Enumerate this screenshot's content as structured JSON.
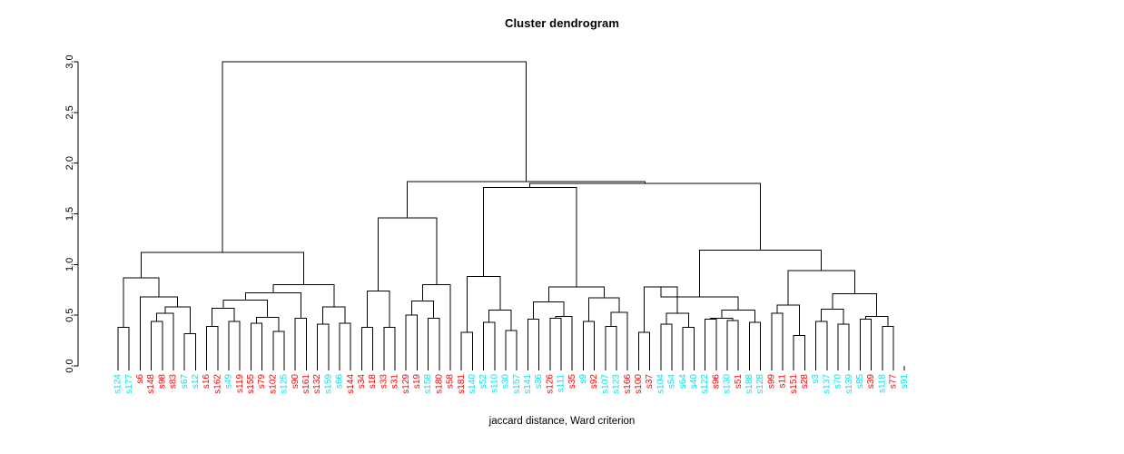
{
  "chart_data": {
    "type": "dendrogram",
    "title": "Cluster dendrogram",
    "xlabel": "jaccard distance, Ward criterion",
    "ylabel": "",
    "ylim": [
      0.0,
      3.0
    ],
    "yticks": [
      "0.0",
      "0.5",
      "1.0",
      "1.5",
      "2.0",
      "2.5",
      "3.0"
    ],
    "ytick_values": [
      0.0,
      0.5,
      1.0,
      1.5,
      2.0,
      2.5,
      3.0
    ],
    "grid": false,
    "legend": "none",
    "label_colors": {
      "cluster_a": "#00e5ee",
      "cluster_b": "#ff0000"
    },
    "leaves": [
      {
        "label": "s124",
        "color": "#00e5ee"
      },
      {
        "label": "s177",
        "color": "#00e5ee"
      },
      {
        "label": "s6",
        "color": "#ff0000"
      },
      {
        "label": "s148",
        "color": "#ff0000"
      },
      {
        "label": "s98",
        "color": "#ff0000"
      },
      {
        "label": "s83",
        "color": "#ff0000"
      },
      {
        "label": "s67",
        "color": "#00e5ee"
      },
      {
        "label": "s12",
        "color": "#00e5ee"
      },
      {
        "label": "s16",
        "color": "#ff0000"
      },
      {
        "label": "s162",
        "color": "#ff0000"
      },
      {
        "label": "s49",
        "color": "#00e5ee"
      },
      {
        "label": "s119",
        "color": "#ff0000"
      },
      {
        "label": "s155",
        "color": "#ff0000"
      },
      {
        "label": "s79",
        "color": "#ff0000"
      },
      {
        "label": "s102",
        "color": "#ff0000"
      },
      {
        "label": "s125",
        "color": "#00e5ee"
      },
      {
        "label": "s90",
        "color": "#ff0000"
      },
      {
        "label": "s161",
        "color": "#ff0000"
      },
      {
        "label": "s132",
        "color": "#ff0000"
      },
      {
        "label": "s159",
        "color": "#00e5ee"
      },
      {
        "label": "s66",
        "color": "#00e5ee"
      },
      {
        "label": "s144",
        "color": "#ff0000"
      },
      {
        "label": "s34",
        "color": "#ff0000"
      },
      {
        "label": "s18",
        "color": "#ff0000"
      },
      {
        "label": "s33",
        "color": "#ff0000"
      },
      {
        "label": "s31",
        "color": "#ff0000"
      },
      {
        "label": "s129",
        "color": "#ff0000"
      },
      {
        "label": "s19",
        "color": "#ff0000"
      },
      {
        "label": "s158",
        "color": "#00e5ee"
      },
      {
        "label": "s180",
        "color": "#ff0000"
      },
      {
        "label": "s58",
        "color": "#ff0000"
      },
      {
        "label": "s181",
        "color": "#ff0000"
      },
      {
        "label": "s140",
        "color": "#00e5ee"
      },
      {
        "label": "s52",
        "color": "#00e5ee"
      },
      {
        "label": "s110",
        "color": "#00e5ee"
      },
      {
        "label": "s30",
        "color": "#00e5ee"
      },
      {
        "label": "s157",
        "color": "#00e5ee"
      },
      {
        "label": "s141",
        "color": "#00e5ee"
      },
      {
        "label": "s36",
        "color": "#00e5ee"
      },
      {
        "label": "s126",
        "color": "#ff0000"
      },
      {
        "label": "s111",
        "color": "#00e5ee"
      },
      {
        "label": "s35",
        "color": "#ff0000"
      },
      {
        "label": "s9",
        "color": "#00e5ee"
      },
      {
        "label": "s92",
        "color": "#ff0000"
      },
      {
        "label": "s107",
        "color": "#00e5ee"
      },
      {
        "label": "s123",
        "color": "#00e5ee"
      },
      {
        "label": "s166",
        "color": "#ff0000"
      },
      {
        "label": "s100",
        "color": "#ff0000"
      },
      {
        "label": "s37",
        "color": "#ff0000"
      },
      {
        "label": "s104",
        "color": "#00e5ee"
      },
      {
        "label": "s54",
        "color": "#00e5ee"
      },
      {
        "label": "s64",
        "color": "#00e5ee"
      },
      {
        "label": "s40",
        "color": "#00e5ee"
      },
      {
        "label": "s122",
        "color": "#00e5ee"
      },
      {
        "label": "s96",
        "color": "#ff0000"
      },
      {
        "label": "s130",
        "color": "#00e5ee"
      },
      {
        "label": "s51",
        "color": "#ff0000"
      },
      {
        "label": "s188",
        "color": "#00e5ee"
      },
      {
        "label": "s128",
        "color": "#00e5ee"
      },
      {
        "label": "s99",
        "color": "#ff0000"
      },
      {
        "label": "s11",
        "color": "#ff0000"
      },
      {
        "label": "s151",
        "color": "#ff0000"
      },
      {
        "label": "s28",
        "color": "#ff0000"
      },
      {
        "label": "s3",
        "color": "#00e5ee"
      },
      {
        "label": "s137",
        "color": "#00e5ee"
      },
      {
        "label": "s70",
        "color": "#00e5ee"
      },
      {
        "label": "s139",
        "color": "#00e5ee"
      },
      {
        "label": "s85",
        "color": "#00e5ee"
      },
      {
        "label": "s39",
        "color": "#ff0000"
      },
      {
        "label": "s118",
        "color": "#00e5ee"
      },
      {
        "label": "s77",
        "color": "#ff0000"
      },
      {
        "label": "s91",
        "color": "#00e5ee"
      }
    ],
    "merges": [
      {
        "id": "m1",
        "left": {
          "leaf": 0
        },
        "right": {
          "leaf": 1
        },
        "height": 0.38
      },
      {
        "id": "m2",
        "left": {
          "leaf": 3
        },
        "right": {
          "leaf": 4
        },
        "height": 0.44
      },
      {
        "id": "m3",
        "left": {
          "node": "m2"
        },
        "right": {
          "leaf": 5
        },
        "height": 0.52
      },
      {
        "id": "m4",
        "left": {
          "leaf": 6
        },
        "right": {
          "leaf": 7
        },
        "height": 0.32
      },
      {
        "id": "m5",
        "left": {
          "node": "m3"
        },
        "right": {
          "node": "m4"
        },
        "height": 0.58
      },
      {
        "id": "m6",
        "left": {
          "leaf": 2
        },
        "right": {
          "node": "m5"
        },
        "height": 0.68
      },
      {
        "id": "m7",
        "left": {
          "node": "m1"
        },
        "right": {
          "node": "m6"
        },
        "height": 0.87
      },
      {
        "id": "m8",
        "left": {
          "leaf": 8
        },
        "right": {
          "leaf": 9
        },
        "height": 0.39
      },
      {
        "id": "m9",
        "left": {
          "leaf": 10
        },
        "right": {
          "leaf": 11
        },
        "height": 0.44
      },
      {
        "id": "m10",
        "left": {
          "node": "m8"
        },
        "right": {
          "node": "m9"
        },
        "height": 0.57
      },
      {
        "id": "m11",
        "left": {
          "leaf": 12
        },
        "right": {
          "leaf": 13
        },
        "height": 0.42
      },
      {
        "id": "m12",
        "left": {
          "leaf": 14
        },
        "right": {
          "leaf": 15
        },
        "height": 0.34
      },
      {
        "id": "m13",
        "left": {
          "node": "m11"
        },
        "right": {
          "node": "m12"
        },
        "height": 0.48
      },
      {
        "id": "m14",
        "left": {
          "node": "m10"
        },
        "right": {
          "node": "m13"
        },
        "height": 0.65
      },
      {
        "id": "m15",
        "left": {
          "leaf": 16
        },
        "right": {
          "leaf": 17
        },
        "height": 0.47
      },
      {
        "id": "m16",
        "left": {
          "node": "m14"
        },
        "right": {
          "node": "m15"
        },
        "height": 0.72
      },
      {
        "id": "m17",
        "left": {
          "leaf": 18
        },
        "right": {
          "leaf": 19
        },
        "height": 0.41
      },
      {
        "id": "m18",
        "left": {
          "leaf": 20
        },
        "right": {
          "leaf": 21
        },
        "height": 0.42
      },
      {
        "id": "m19",
        "left": {
          "node": "m17"
        },
        "right": {
          "node": "m18"
        },
        "height": 0.58
      },
      {
        "id": "m20",
        "left": {
          "node": "m16"
        },
        "right": {
          "node": "m19"
        },
        "height": 0.8
      },
      {
        "id": "m21",
        "left": {
          "node": "m7"
        },
        "right": {
          "node": "m20"
        },
        "height": 1.12
      },
      {
        "id": "m22",
        "left": {
          "leaf": 22
        },
        "right": {
          "leaf": 23
        },
        "height": 0.38
      },
      {
        "id": "m23",
        "left": {
          "leaf": 24
        },
        "right": {
          "leaf": 25
        },
        "height": 0.38
      },
      {
        "id": "m24",
        "left": {
          "node": "m22"
        },
        "right": {
          "node": "m23"
        },
        "height": 0.74
      },
      {
        "id": "m25",
        "left": {
          "leaf": 26
        },
        "right": {
          "leaf": 27
        },
        "height": 0.5
      },
      {
        "id": "m26",
        "left": {
          "leaf": 28
        },
        "right": {
          "leaf": 29
        },
        "height": 0.47
      },
      {
        "id": "m27",
        "left": {
          "node": "m25"
        },
        "right": {
          "node": "m26"
        },
        "height": 0.64
      },
      {
        "id": "m28",
        "left": {
          "node": "m27"
        },
        "right": {
          "leaf": 30
        },
        "height": 0.8
      },
      {
        "id": "m29",
        "left": {
          "node": "m24"
        },
        "right": {
          "node": "m28"
        },
        "height": 1.46
      },
      {
        "id": "m30",
        "left": {
          "leaf": 31
        },
        "right": {
          "leaf": 32
        },
        "height": 0.33
      },
      {
        "id": "m31",
        "left": {
          "leaf": 33
        },
        "right": {
          "leaf": 34
        },
        "height": 0.43
      },
      {
        "id": "m32",
        "left": {
          "leaf": 35
        },
        "right": {
          "leaf": 36
        },
        "height": 0.35
      },
      {
        "id": "m33",
        "left": {
          "node": "m31"
        },
        "right": {
          "node": "m32"
        },
        "height": 0.55
      },
      {
        "id": "m34",
        "left": {
          "node": "m30"
        },
        "right": {
          "node": "m33"
        },
        "height": 0.88
      },
      {
        "id": "m35",
        "left": {
          "leaf": 37
        },
        "right": {
          "leaf": 38
        },
        "height": 0.46
      },
      {
        "id": "m36",
        "left": {
          "leaf": 39
        },
        "right": {
          "leaf": 40
        },
        "height": 0.47
      },
      {
        "id": "m37",
        "left": {
          "node": "m36"
        },
        "right": {
          "leaf": 41
        },
        "height": 0.49
      },
      {
        "id": "m38",
        "left": {
          "node": "m35"
        },
        "right": {
          "node": "m37"
        },
        "height": 0.63
      },
      {
        "id": "m39",
        "left": {
          "leaf": 42
        },
        "right": {
          "leaf": 43
        },
        "height": 0.44
      },
      {
        "id": "m40",
        "left": {
          "leaf": 44
        },
        "right": {
          "leaf": 45
        },
        "height": 0.39
      },
      {
        "id": "m41",
        "left": {
          "node": "m40"
        },
        "right": {
          "leaf": 46
        },
        "height": 0.53
      },
      {
        "id": "m42",
        "left": {
          "node": "m39"
        },
        "right": {
          "node": "m41"
        },
        "height": 0.67
      },
      {
        "id": "m43",
        "left": {
          "node": "m38"
        },
        "right": {
          "node": "m42"
        },
        "height": 0.78
      },
      {
        "id": "m44",
        "left": {
          "node": "m34"
        },
        "right": {
          "node": "m43"
        },
        "height": 1.76
      },
      {
        "id": "m45",
        "left": {
          "leaf": 47
        },
        "right": {
          "leaf": 48
        },
        "height": 0.33
      },
      {
        "id": "m46",
        "left": {
          "leaf": 49
        },
        "right": {
          "leaf": 50
        },
        "height": 0.41
      },
      {
        "id": "m47",
        "left": {
          "leaf": 51
        },
        "right": {
          "leaf": 52
        },
        "height": 0.38
      },
      {
        "id": "m48",
        "left": {
          "node": "m46"
        },
        "right": {
          "node": "m47"
        },
        "height": 0.52
      },
      {
        "id": "m49",
        "left": {
          "node": "m45"
        },
        "right": {
          "node": "m48"
        },
        "height": 0.78
      },
      {
        "id": "m50",
        "left": {
          "leaf": 53
        },
        "right": {
          "leaf": 54
        },
        "height": 0.46
      },
      {
        "id": "m51",
        "left": {
          "leaf": 55
        },
        "right": {
          "leaf": 56
        },
        "height": 0.45
      },
      {
        "id": "m52",
        "left": {
          "node": "m50"
        },
        "right": {
          "node": "m51"
        },
        "height": 0.47
      },
      {
        "id": "m53",
        "left": {
          "leaf": 57
        },
        "right": {
          "leaf": 58
        },
        "height": 0.43
      },
      {
        "id": "m54",
        "left": {
          "node": "m52"
        },
        "right": {
          "node": "m53"
        },
        "height": 0.55
      },
      {
        "id": "m55",
        "left": {
          "node": "m49"
        },
        "right": {
          "node": "m54"
        },
        "height": 0.68
      },
      {
        "id": "m56",
        "left": {
          "leaf": 59
        },
        "right": {
          "leaf": 60
        },
        "height": 0.52
      },
      {
        "id": "m57",
        "left": {
          "leaf": 61
        },
        "right": {
          "leaf": 62
        },
        "height": 0.3
      },
      {
        "id": "m58",
        "left": {
          "node": "m56"
        },
        "right": {
          "node": "m57"
        },
        "height": 0.6
      },
      {
        "id": "m59",
        "left": {
          "leaf": 63
        },
        "right": {
          "leaf": 64
        },
        "height": 0.44
      },
      {
        "id": "m60",
        "left": {
          "leaf": 65
        },
        "right": {
          "leaf": 66
        },
        "height": 0.41
      },
      {
        "id": "m61",
        "left": {
          "node": "m59"
        },
        "right": {
          "node": "m60"
        },
        "height": 0.56
      },
      {
        "id": "m62",
        "left": {
          "leaf": 67
        },
        "right": {
          "leaf": 68
        },
        "height": 0.46
      },
      {
        "id": "m63",
        "left": {
          "leaf": 69
        },
        "right": {
          "leaf": 70
        },
        "height": 0.39
      },
      {
        "id": "m64",
        "left": {
          "node": "m62"
        },
        "right": {
          "node": "m63"
        },
        "height": 0.49
      },
      {
        "id": "m65",
        "left": {
          "node": "m61"
        },
        "right": {
          "node": "m64"
        },
        "height": 0.71
      },
      {
        "id": "m66",
        "left": {
          "node": "m58"
        },
        "right": {
          "node": "m65"
        },
        "height": 0.94
      },
      {
        "id": "m67",
        "left": {
          "node": "m55"
        },
        "right": {
          "node": "m66"
        },
        "height": 1.14
      },
      {
        "id": "m68",
        "left": {
          "node": "m44"
        },
        "right": {
          "node": "m67"
        },
        "height": 1.8
      },
      {
        "id": "m69",
        "left": {
          "node": "m29"
        },
        "right": {
          "node": "m68"
        },
        "height": 1.82
      },
      {
        "id": "m70",
        "left": {
          "node": "m21"
        },
        "right": {
          "node": "m69"
        },
        "height": 3.0
      }
    ],
    "geometry": {
      "plot_left": 130,
      "plot_right": 1147,
      "baseline_y": 403,
      "top_y": 68,
      "axis_x": 86,
      "leaf_spacing": 12.2
    }
  }
}
